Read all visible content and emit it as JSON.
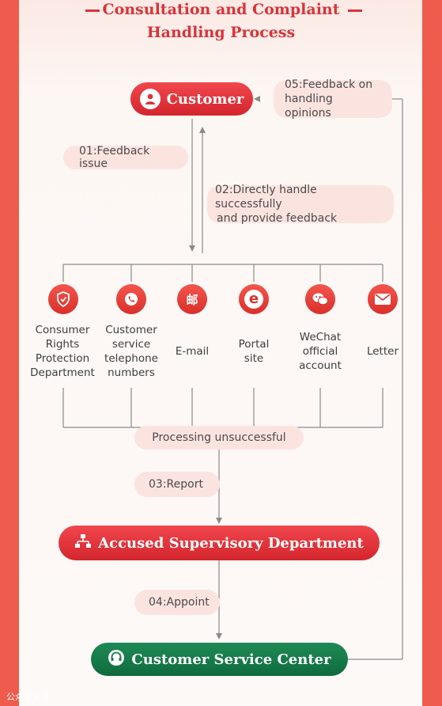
{
  "title": {
    "line1": "Consultation and Complaint",
    "line2": "Handling Process"
  },
  "nodes": {
    "customer": "Customer",
    "supervisory": "Accused Supervisory Department",
    "service_center": "Customer Service Center"
  },
  "steps": {
    "s01": "01:Feedback issue",
    "s02_line1": "02:Directly handle successfully",
    "s02_line2": "and provide feedback",
    "s03": "03:Report",
    "s04": "04:Appoint",
    "s05_line1": "05:Feedback on",
    "s05_line2": "handling opinions",
    "processing": "Processing unsuccessful"
  },
  "channels": [
    {
      "lines": [
        "Consumer",
        "Rights",
        "Protection",
        "Department"
      ],
      "icon": "shield-icon"
    },
    {
      "lines": [
        "Customer",
        "service",
        "telephone",
        "numbers"
      ],
      "icon": "phone-icon"
    },
    {
      "lines": [
        "E-mail"
      ],
      "icon": "mail-char-icon",
      "glyph": "邮"
    },
    {
      "lines": [
        "Portal",
        "site"
      ],
      "icon": "browser-e-icon",
      "glyph": "e"
    },
    {
      "lines": [
        "WeChat",
        "official",
        "account"
      ],
      "icon": "wechat-icon"
    },
    {
      "lines": [
        "Letter"
      ],
      "icon": "envelope-icon"
    }
  ],
  "watermark": "公众号头条",
  "colors": {
    "accent_red": "#d8343a",
    "green": "#157a49",
    "pill": "#fbe4e0",
    "border": "#ef5b4c"
  }
}
